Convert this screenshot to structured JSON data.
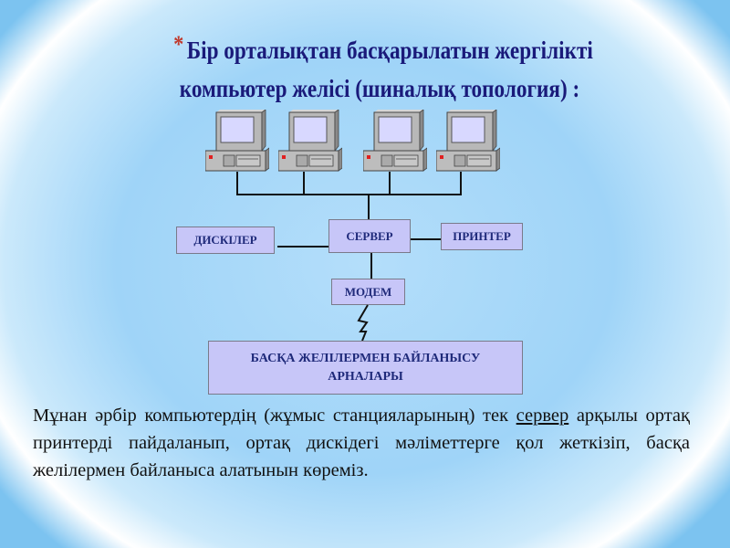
{
  "title": {
    "bullet": "*",
    "line1": "Бір орталықтан басқарылатын жергілікті",
    "line2": "компьютер желісі (шиналық топология) :"
  },
  "diagram": {
    "computers": [
      {
        "icon": "computer-icon"
      },
      {
        "icon": "computer-icon"
      },
      {
        "icon": "computer-icon"
      },
      {
        "icon": "computer-icon"
      }
    ],
    "server": "СЕРВЕР",
    "disks": "ДИСКІЛЕР",
    "printer": "ПРИНТЕР",
    "modem": "МОДЕМ",
    "channels_line1": "БАСҚА ЖЕЛІЛЕРМЕН БАЙЛАНЫСУ",
    "channels_line2": "АРНАЛАРЫ"
  },
  "paragraph": {
    "before": "Мұнан әрбір компьютердің (жұмыс станцияларының) тек ",
    "underlined": "сервер",
    "after": " арқылы ортақ принтерді пайдаланып, ортақ дискідегі мәліметтерге қол жеткізіп, басқа желілермен байланыса алатынын көреміз."
  }
}
